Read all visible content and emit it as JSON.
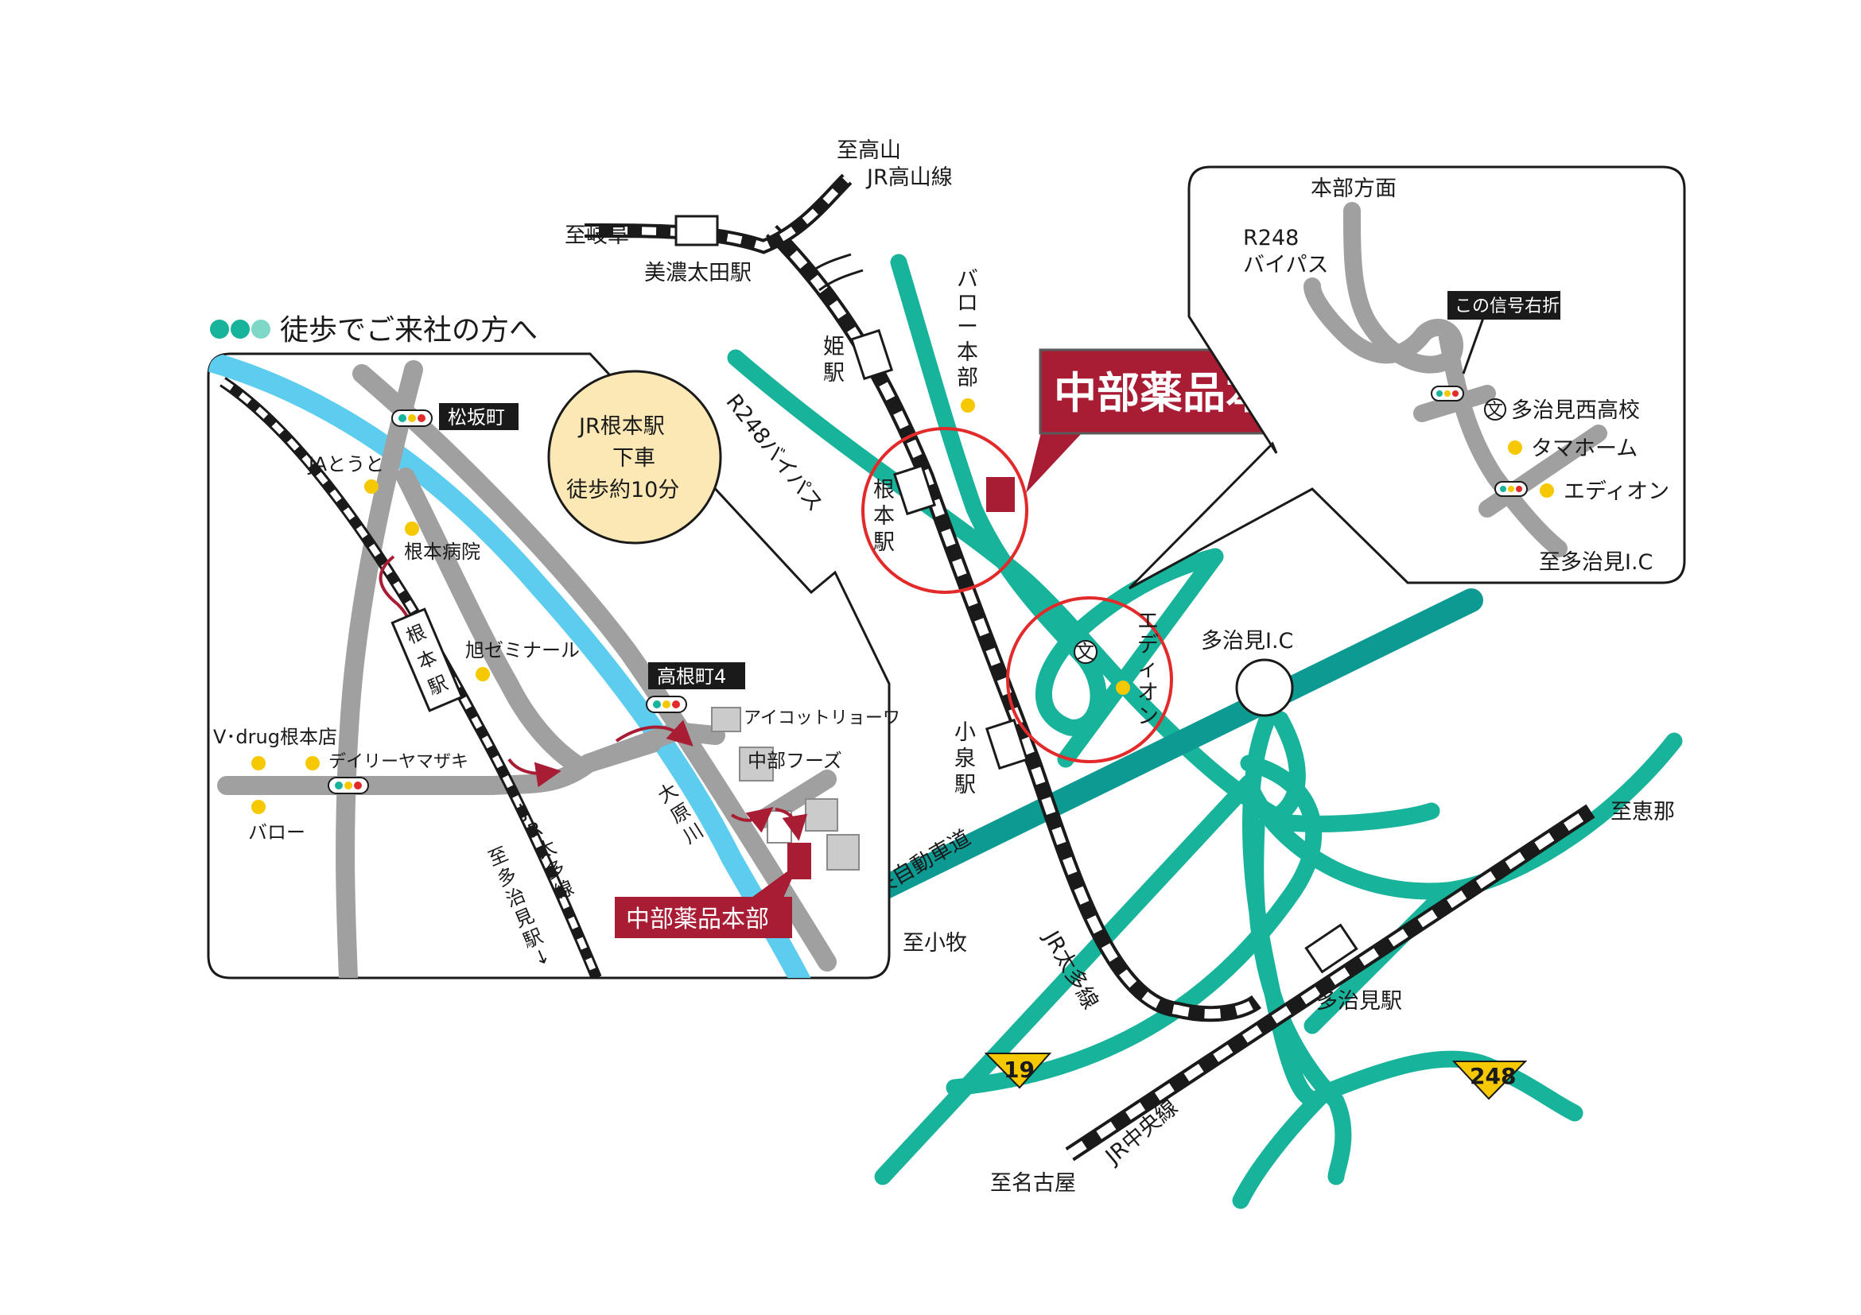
{
  "colors": {
    "green_road": "#17b39a",
    "expressway": "#0d9a93",
    "gray_road": "#a0a0a0",
    "river": "#5dcdef",
    "company_red": "#a81c34",
    "circle_red": "#e22a2a",
    "poi_yellow": "#f5c800",
    "bubble_fill": "#fbe8b4",
    "building_gray": "#cbcbcb",
    "shield_yellow": "#f5c800"
  },
  "walking_inset": {
    "title": "徒歩でご来社の方へ",
    "bubble": [
      "JR根本駅",
      "下車",
      "徒歩約10分"
    ],
    "signals": {
      "matsuzaka": "松坂町",
      "takanecho": "高根町4"
    },
    "pois": {
      "ja": "JAとうと",
      "hospital": "根本病院",
      "seminar": "旭ゼミナール",
      "vdrug": "V･drug根本店",
      "daily": "デイリーヤマザキ",
      "barlow": "バロー",
      "aicot": "アイコットリョーワ",
      "chubu_foods": "中部フーズ"
    },
    "station": [
      "根",
      "本",
      "駅"
    ],
    "line_label": [
      "J",
      "R",
      "太",
      "多",
      "線"
    ],
    "direction": [
      "至",
      "多",
      "治",
      "見",
      "駅",
      "↓"
    ],
    "river": [
      "大",
      "原",
      "川"
    ],
    "company": "中部薬品本部"
  },
  "main_map": {
    "company": "中部薬品本部",
    "takayama": "至高山",
    "takayama_line": "JR高山線",
    "gifu": "至岐阜",
    "mino_ota": "美濃太田駅",
    "himi_station": [
      "姫",
      "駅"
    ],
    "nemoto_station": [
      "根",
      "本",
      "駅"
    ],
    "koizumi_station": [
      "小",
      "泉",
      "駅"
    ],
    "barlow_hq": [
      "バ",
      "ロ",
      "ー",
      "本",
      "部"
    ],
    "r248_bypass": "R248バイパス",
    "edion": [
      "エ",
      "デ",
      "ィ",
      "オ",
      "ン"
    ],
    "tajimi_ic": "多治見I.C",
    "expressway": "中央自動車道",
    "komaki": "至小牧",
    "taita_line": "JR太多線",
    "chuo_line": "JR中央線",
    "tajimi_station": "多治見駅",
    "ena": "至恵那",
    "nagoya": "至名古屋",
    "route_19": "19",
    "route_248": "248",
    "school_mark": "文"
  },
  "detail_inset": {
    "direction": "本部方面",
    "bypass": [
      "R248",
      "バイパス"
    ],
    "turn_right": "この信号右折",
    "school": "多治見西高校",
    "tama_home": "タマホーム",
    "edion": "エディオン",
    "to_ic": "至多治見I.C",
    "school_mark": "文"
  }
}
